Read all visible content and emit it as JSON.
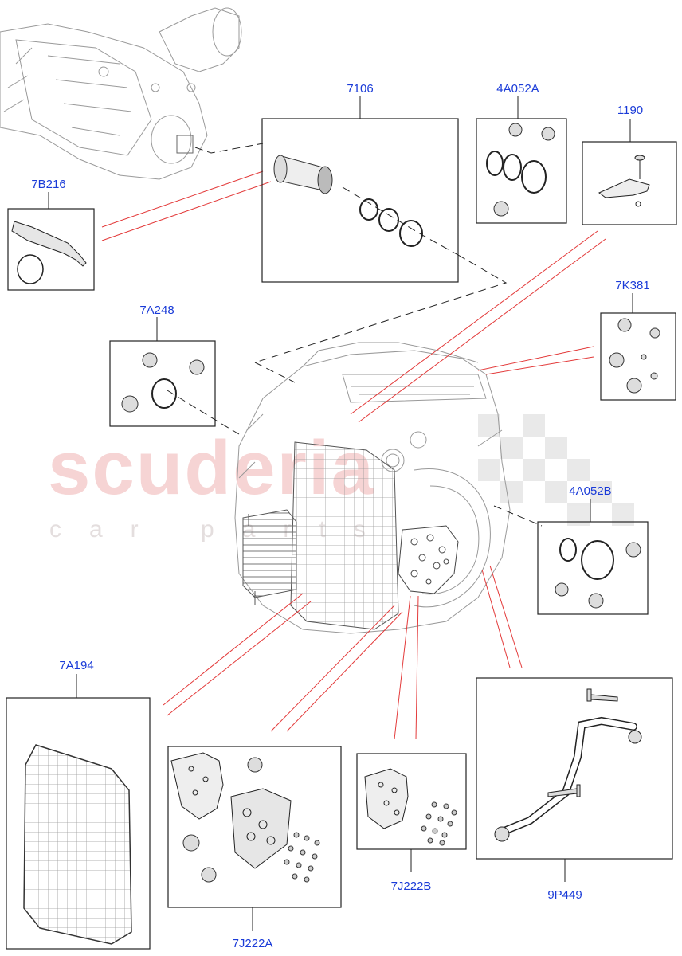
{
  "watermark": {
    "main": "scuderia",
    "sub": "car parts"
  },
  "labels": {
    "p7106": "7106",
    "p4A052A": "4A052A",
    "p1190": "1190",
    "p7B216": "7B216",
    "p7K381": "7K381",
    "p7A248": "7A248",
    "p4A052B": "4A052B",
    "p7A194": "7A194",
    "p9P449": "9P449",
    "p7J222B": "7J222B",
    "p7J222A": "7J222A"
  },
  "colors": {
    "label": "#1a3bd8",
    "leader_red": "#e33a3a",
    "outline": "#222222",
    "watermark": "#f3c6c6"
  }
}
